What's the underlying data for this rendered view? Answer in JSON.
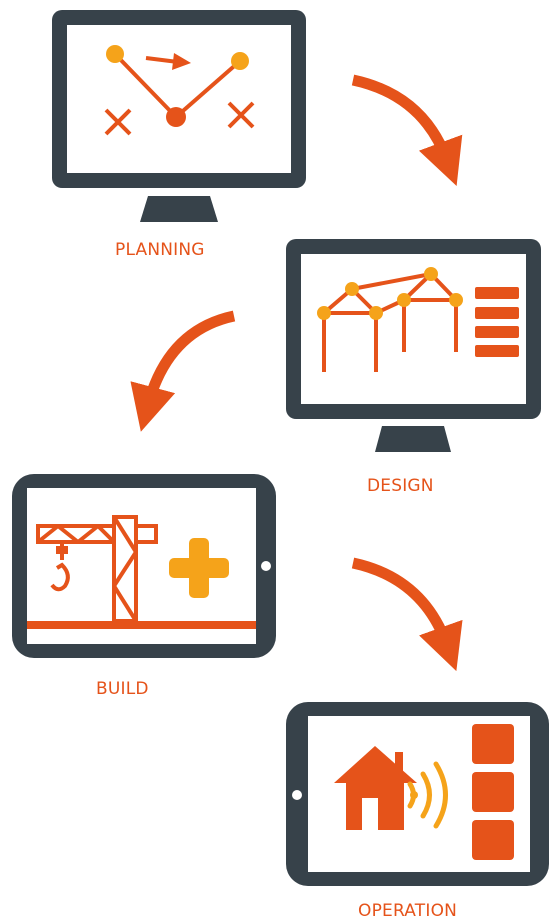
{
  "stages": [
    {
      "id": "planning",
      "label": "PLANNING",
      "icon": "monitor-icon"
    },
    {
      "id": "design",
      "label": "DESIGN",
      "icon": "monitor-icon"
    },
    {
      "id": "build",
      "label": "BUILD",
      "icon": "tablet-icon"
    },
    {
      "id": "operation",
      "label": "OPERATION",
      "icon": "tablet-icon"
    }
  ],
  "colors": {
    "device": "#37424a",
    "accent_orange": "#e5531a",
    "accent_yellow": "#f5a31a",
    "screen": "#ffffff"
  }
}
